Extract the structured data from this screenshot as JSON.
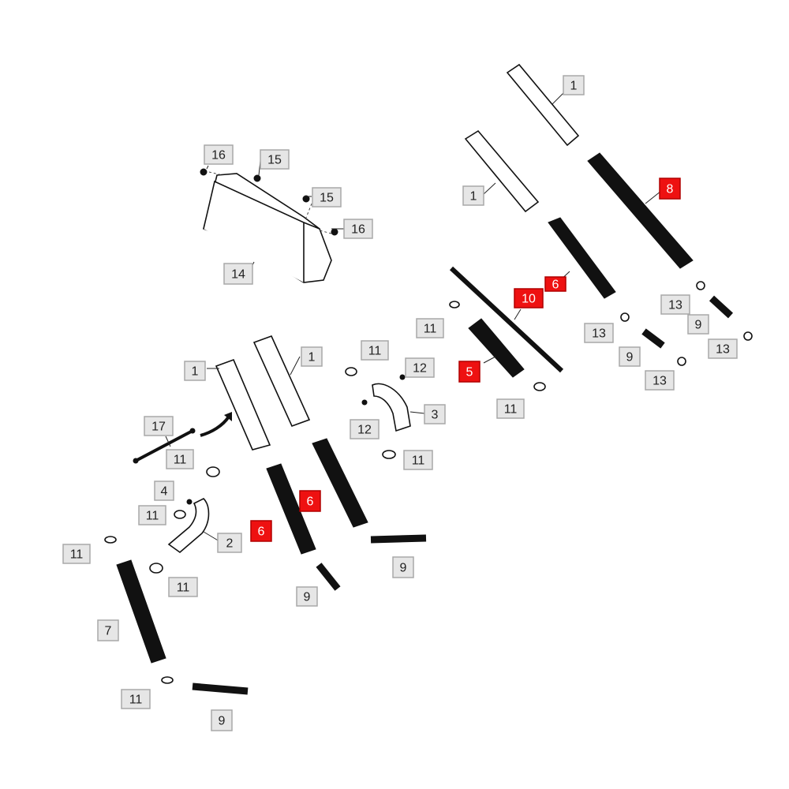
{
  "diagram": {
    "callouts": [
      {
        "id": "c1a",
        "label": "1",
        "highlight": false
      },
      {
        "id": "c1b",
        "label": "1",
        "highlight": false
      },
      {
        "id": "c1c",
        "label": "1",
        "highlight": false
      },
      {
        "id": "c1d",
        "label": "1",
        "highlight": false
      },
      {
        "id": "c2",
        "label": "2",
        "highlight": false
      },
      {
        "id": "c3",
        "label": "3",
        "highlight": false
      },
      {
        "id": "c4",
        "label": "4",
        "highlight": false
      },
      {
        "id": "c5",
        "label": "5",
        "highlight": true
      },
      {
        "id": "c6a",
        "label": "6",
        "highlight": true
      },
      {
        "id": "c6b",
        "label": "6",
        "highlight": true
      },
      {
        "id": "c6c",
        "label": "6",
        "highlight": true
      },
      {
        "id": "c7",
        "label": "7",
        "highlight": false
      },
      {
        "id": "c8",
        "label": "8",
        "highlight": true
      },
      {
        "id": "c9a",
        "label": "9",
        "highlight": false
      },
      {
        "id": "c9b",
        "label": "9",
        "highlight": false
      },
      {
        "id": "c9c",
        "label": "9",
        "highlight": false
      },
      {
        "id": "c9d",
        "label": "9",
        "highlight": false
      },
      {
        "id": "c9e",
        "label": "9",
        "highlight": false
      },
      {
        "id": "c10",
        "label": "10",
        "highlight": true
      },
      {
        "id": "c11a",
        "label": "11",
        "highlight": false
      },
      {
        "id": "c11b",
        "label": "11",
        "highlight": false
      },
      {
        "id": "c11c",
        "label": "11",
        "highlight": false
      },
      {
        "id": "c11d",
        "label": "11",
        "highlight": false
      },
      {
        "id": "c11e",
        "label": "11",
        "highlight": false
      },
      {
        "id": "c11f",
        "label": "11",
        "highlight": false
      },
      {
        "id": "c11g",
        "label": "11",
        "highlight": false
      },
      {
        "id": "c11h",
        "label": "11",
        "highlight": false
      },
      {
        "id": "c11i",
        "label": "11",
        "highlight": false
      },
      {
        "id": "c12a",
        "label": "12",
        "highlight": false
      },
      {
        "id": "c12b",
        "label": "12",
        "highlight": false
      },
      {
        "id": "c13a",
        "label": "13",
        "highlight": false
      },
      {
        "id": "c13b",
        "label": "13",
        "highlight": false
      },
      {
        "id": "c13c",
        "label": "13",
        "highlight": false
      },
      {
        "id": "c13d",
        "label": "13",
        "highlight": false
      },
      {
        "id": "c14",
        "label": "14",
        "highlight": false
      },
      {
        "id": "c15a",
        "label": "15",
        "highlight": false
      },
      {
        "id": "c15b",
        "label": "15",
        "highlight": false
      },
      {
        "id": "c16a",
        "label": "16",
        "highlight": false
      },
      {
        "id": "c16b",
        "label": "16",
        "highlight": false
      },
      {
        "id": "c17",
        "label": "17",
        "highlight": false
      }
    ],
    "colors": {
      "highlight": "#ee1111",
      "normal_box": "#e6e6e6",
      "line": "#111111"
    }
  }
}
